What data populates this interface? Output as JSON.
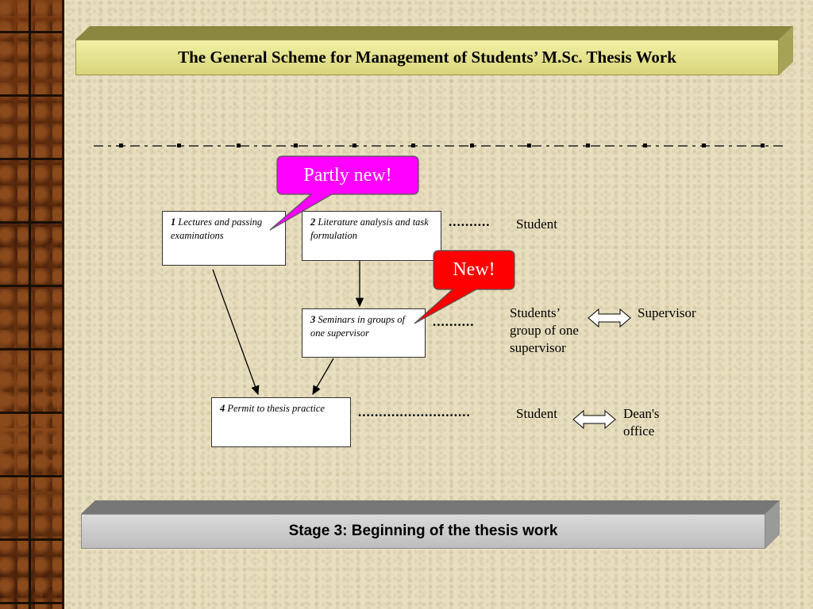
{
  "title": "The General Scheme for Management of Students’ M.Sc. Thesis Work",
  "stage": "Stage 3: Beginning of the thesis work",
  "boxes": [
    {
      "num": "1",
      "text": "Lectures and passing examinations"
    },
    {
      "num": "2",
      "text": "Literature analysis and task formulation"
    },
    {
      "num": "3",
      "text": "Seminars in groups of one supervisor"
    },
    {
      "num": "4",
      "text": "Permit to thesis practice"
    }
  ],
  "callouts": {
    "partly_new": "Partly new!",
    "new": "New!"
  },
  "dots": {
    "short1": "..........",
    "short2": "..........",
    "long": "..........................."
  },
  "labels": {
    "student_1": "Student",
    "students_group_line1": "Students’",
    "students_group_line2": "group of one",
    "students_group_line3": "supervisor",
    "supervisor": "Supervisor",
    "student_2": "Student",
    "deans_line1": "Dean's",
    "deans_line2": "office"
  },
  "colors": {
    "partly_new_fill": "#ff00ff",
    "new_fill": "#ff0000",
    "title_banner": "#e8e592",
    "stage_banner": "#cccccc",
    "side_strip": "#6b3410"
  }
}
